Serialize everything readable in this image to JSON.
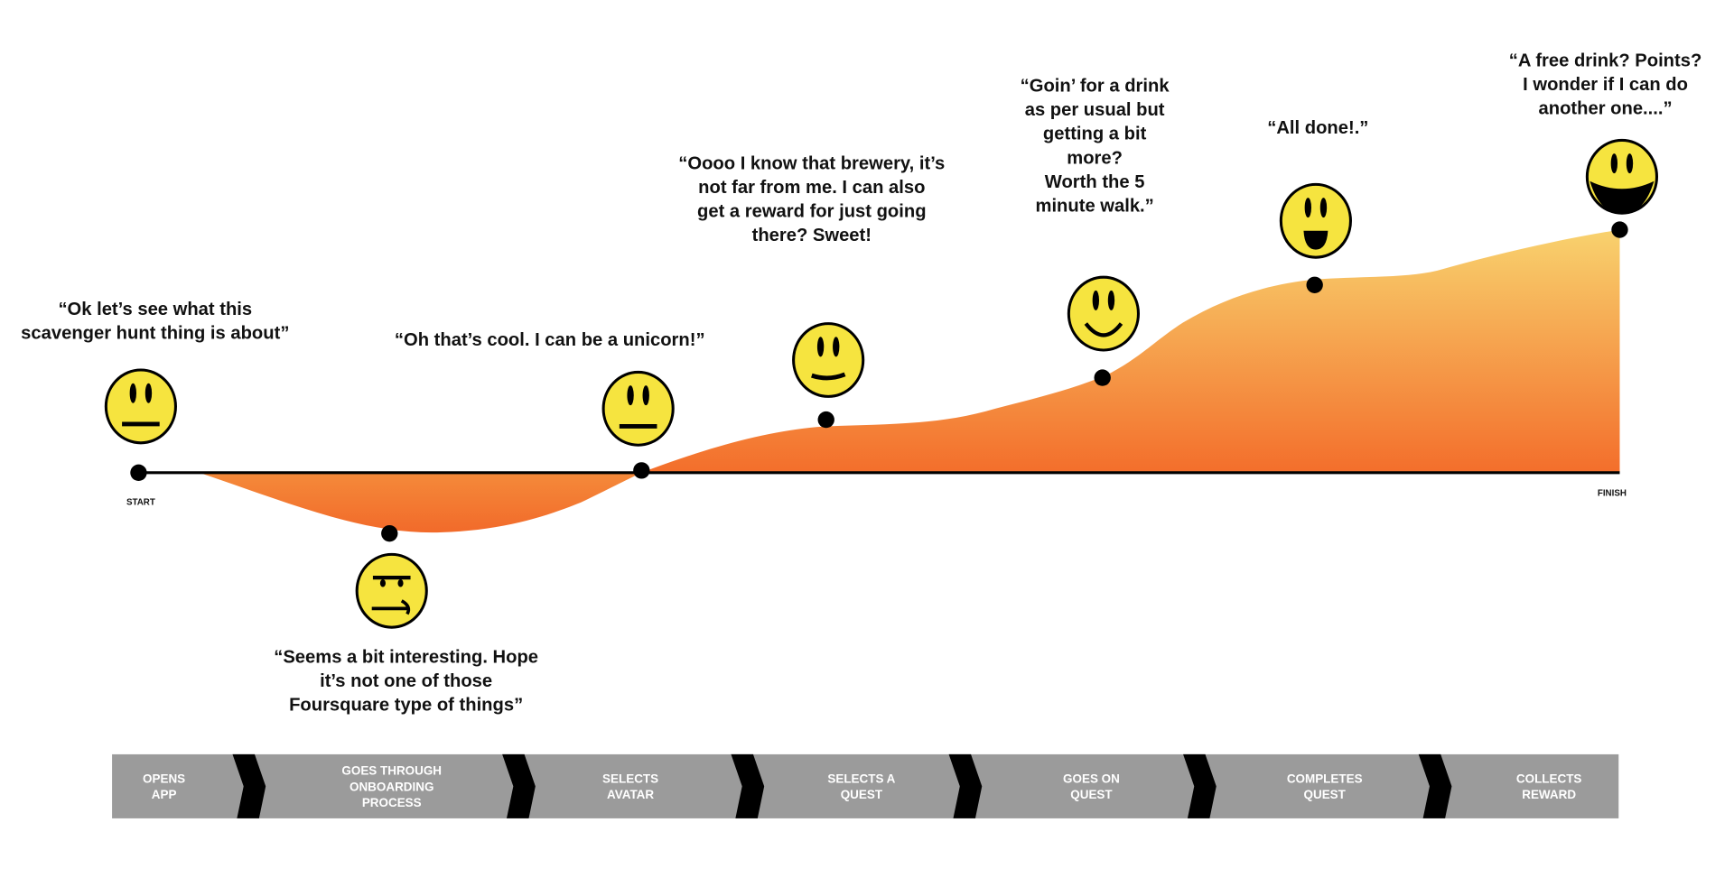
{
  "axis": {
    "start_label": "START",
    "finish_label": "FINISH"
  },
  "quotes": [
    {
      "lines": [
        "“Ok let’s see what this",
        "scavenger hunt thing is about”"
      ]
    },
    {
      "lines": [
        "“Seems a bit interesting. Hope",
        "it’s not one of those",
        "Foursquare type of things”"
      ]
    },
    {
      "lines": [
        "“Oh that’s cool. I can be a unicorn!”"
      ]
    },
    {
      "lines": [
        "“Oooo I know that brewery, it’s",
        "not far from me. I can also",
        "get a reward for just going",
        "there? Sweet!"
      ]
    },
    {
      "lines": [
        "“Goin’ for a drink",
        "as per usual but",
        "getting a bit",
        "more?",
        "Worth the 5",
        "minute walk.”"
      ]
    },
    {
      "lines": [
        "“All done!.”"
      ]
    },
    {
      "lines": [
        "“A free drink? Points?",
        "I wonder if I can do",
        "another one....”"
      ]
    }
  ],
  "faces": [
    {
      "emotion": "neutral"
    },
    {
      "emotion": "skeptical"
    },
    {
      "emotion": "neutral"
    },
    {
      "emotion": "slight-smile"
    },
    {
      "emotion": "smile"
    },
    {
      "emotion": "open-smile"
    },
    {
      "emotion": "big-grin"
    }
  ],
  "stages": [
    {
      "lines": [
        "OPENS",
        "APP"
      ]
    },
    {
      "lines": [
        "GOES THROUGH",
        "ONBOARDING",
        "PROCESS"
      ]
    },
    {
      "lines": [
        "SELECTS",
        "AVATAR"
      ]
    },
    {
      "lines": [
        "SELECTS A",
        "QUEST"
      ]
    },
    {
      "lines": [
        "GOES ON",
        "QUEST"
      ]
    },
    {
      "lines": [
        "COMPLETES",
        "QUEST"
      ]
    },
    {
      "lines": [
        "COLLECTS",
        "REWARD"
      ]
    }
  ],
  "colors": {
    "face_fill": "#f6e43f",
    "curve_top": "#f8d26e",
    "curve_bottom": "#f36e2b",
    "stage_bar": "#9b9b9b",
    "chevron": "#000000"
  }
}
